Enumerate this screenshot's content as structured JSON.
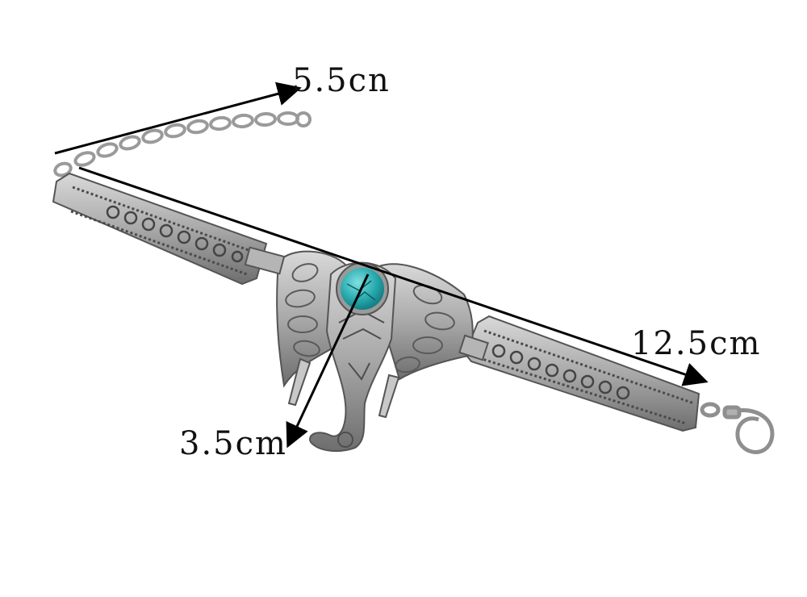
{
  "image": {
    "subject": "elephant-charm-bracelet",
    "background_color": "#ffffff",
    "metal_color": "#b9b9b9",
    "stone_color": "#2fb3b8",
    "arrow_color": "#000000"
  },
  "measurements": {
    "chain_extension": "5.5cn",
    "total_length": "12.5cm",
    "pendant_height": "3.5cm"
  }
}
